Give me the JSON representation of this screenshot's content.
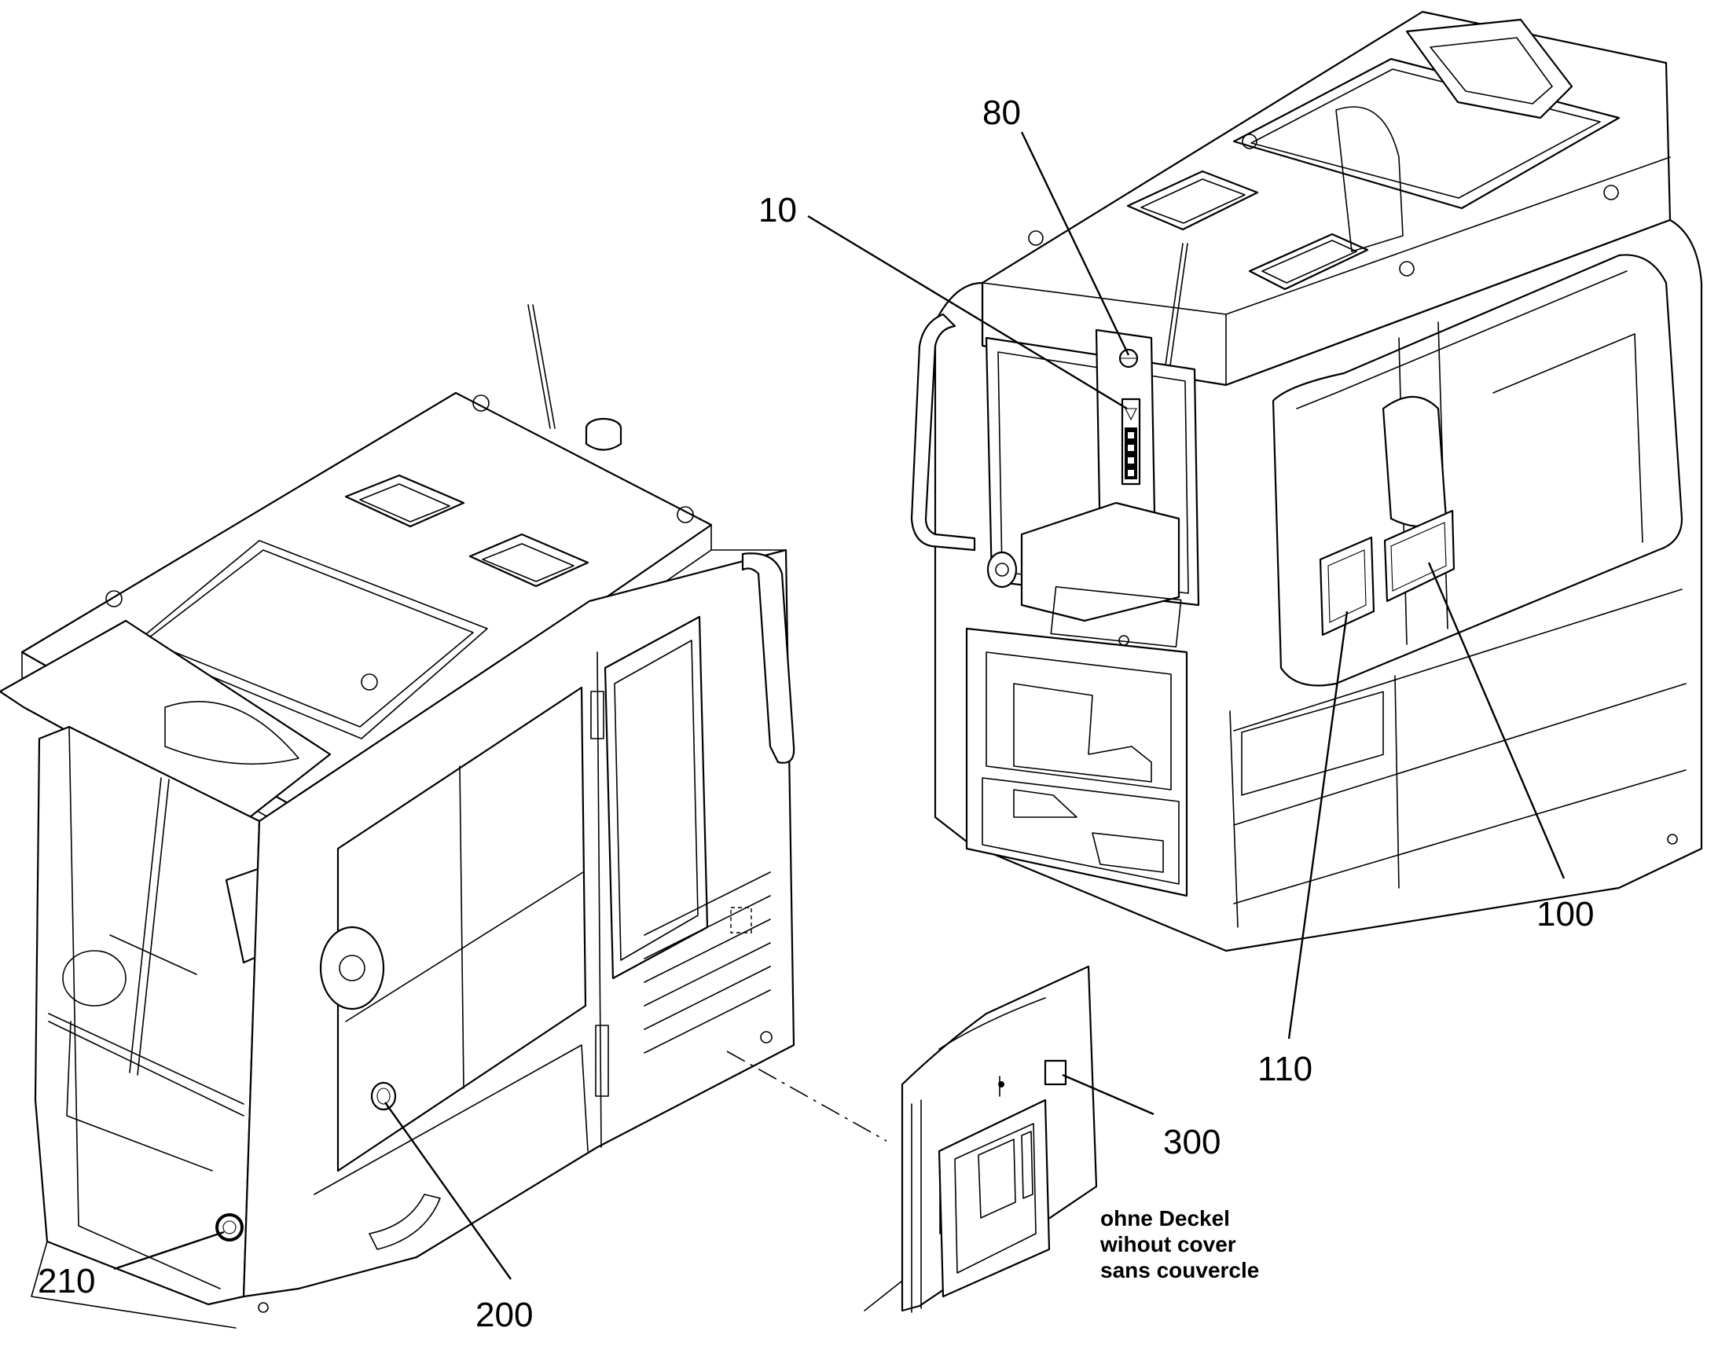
{
  "callouts": {
    "c10": "10",
    "c80": "80",
    "c100": "100",
    "c110": "110",
    "c200": "200",
    "c210": "210",
    "c300": "300"
  },
  "note": {
    "line1": "ohne Deckel",
    "line2": "wihout cover",
    "line3": "sans couvercle"
  }
}
